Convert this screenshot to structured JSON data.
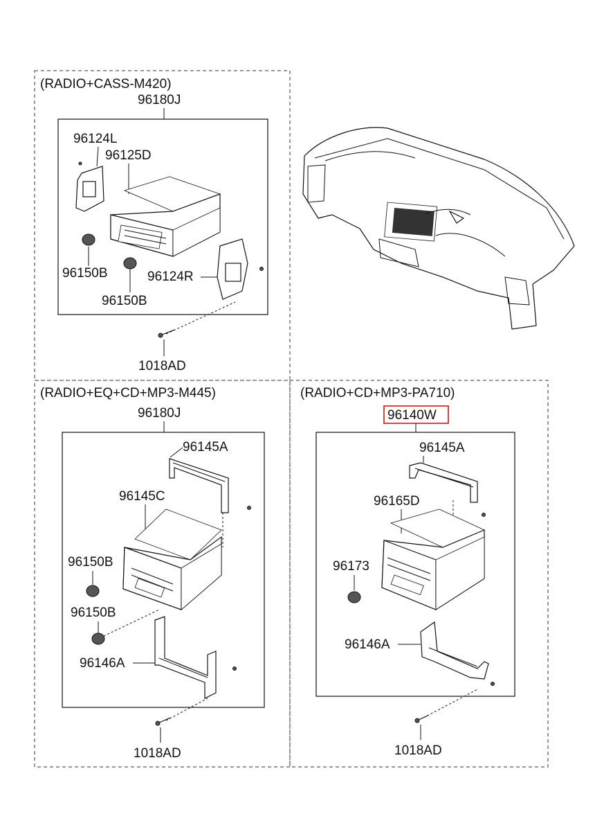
{
  "sections": [
    {
      "title": "(RADIO+CASS-M420)",
      "assembly": "96180J",
      "parts": [
        "96124L",
        "96125D",
        "96150B",
        "96150B",
        "96124R"
      ],
      "bolt": "1018AD"
    },
    {
      "title": "(RADIO+EQ+CD+MP3-M445)",
      "assembly": "96180J",
      "parts": [
        "96145A",
        "96145C",
        "96150B",
        "96150B",
        "96146A"
      ],
      "bolt": "1018AD"
    },
    {
      "title": "(RADIO+CD+MP3-PA710)",
      "assembly": "96140W",
      "parts": [
        "96145A",
        "96165D",
        "96173",
        "96146A"
      ],
      "bolt": "1018AD"
    }
  ],
  "highlight_color": "#d40000"
}
